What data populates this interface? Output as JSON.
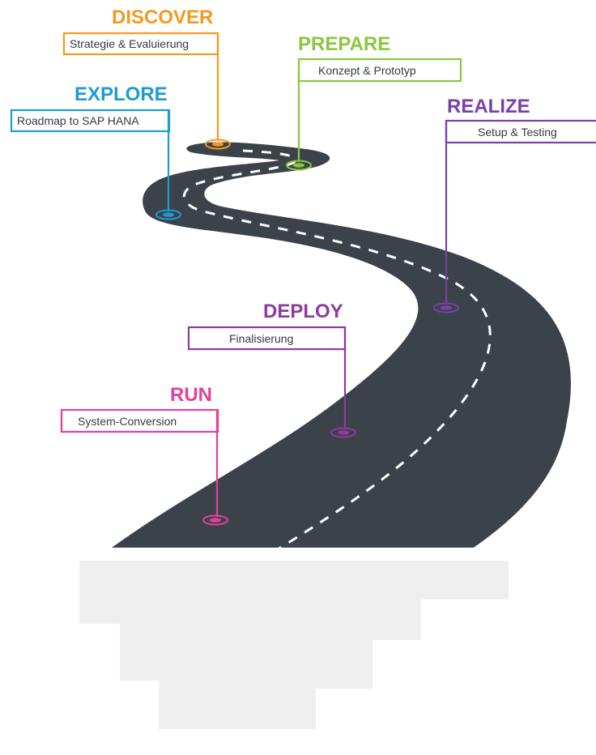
{
  "roadmap": {
    "stages": [
      {
        "key": "discover",
        "title": "DISCOVER",
        "subtitle": "Strategie & Evaluierung",
        "color": "#f39a1e"
      },
      {
        "key": "prepare",
        "title": "PREPARE",
        "subtitle": "Konzept & Prototyp",
        "color": "#8cc63f"
      },
      {
        "key": "explore",
        "title": "EXPLORE",
        "subtitle": "Roadmap to SAP HANA",
        "color": "#1f9bd1"
      },
      {
        "key": "realize",
        "title": "REALIZE",
        "subtitle": "Setup & Testing",
        "color": "#7a3fa8"
      },
      {
        "key": "deploy",
        "title": "DEPLOY",
        "subtitle": "Finalisierung",
        "color": "#8e3b9e"
      },
      {
        "key": "run",
        "title": "RUN",
        "subtitle": "System-Conversion",
        "color": "#e5409a"
      }
    ],
    "road_color": "#3c4249",
    "lane_marking_color": "#ffffff"
  }
}
